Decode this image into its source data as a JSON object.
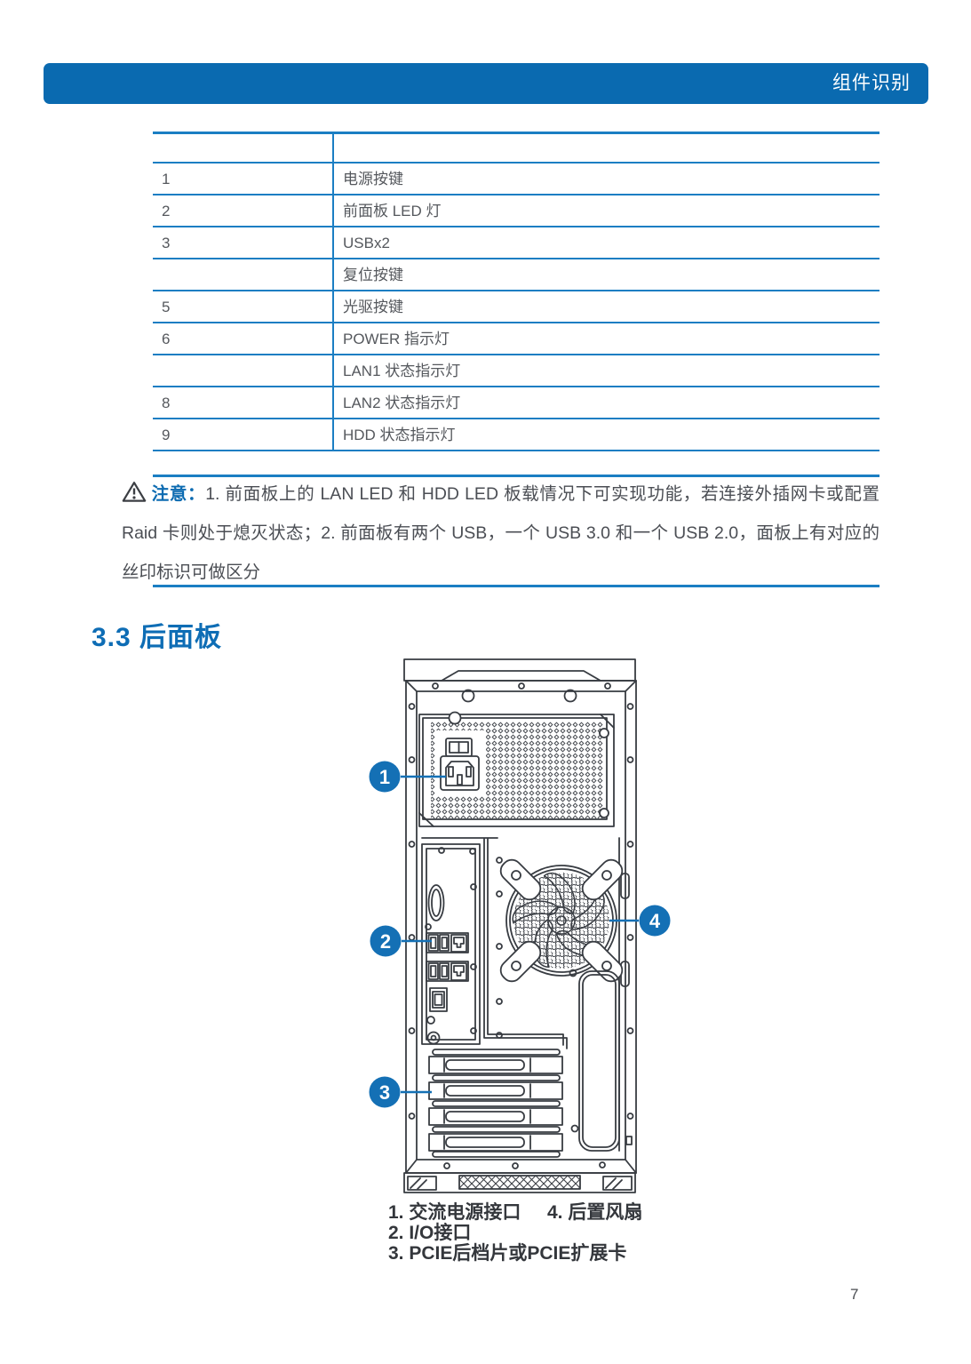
{
  "header": {
    "title": "组件识别"
  },
  "table": {
    "rows": [
      {
        "num": "1",
        "desc": "电源按键"
      },
      {
        "num": "2",
        "desc": "前面板 LED 灯"
      },
      {
        "num": "3",
        "desc": "USBx2"
      },
      {
        "num": "",
        "desc": "复位按键"
      },
      {
        "num": "5",
        "desc": "光驱按键"
      },
      {
        "num": "6",
        "desc": "POWER 指示灯"
      },
      {
        "num": "",
        "desc": "LAN1 状态指示灯"
      },
      {
        "num": "8",
        "desc": "LAN2 状态指示灯"
      },
      {
        "num": "9",
        "desc": "HDD 状态指示灯"
      }
    ]
  },
  "note": {
    "label": "注意：",
    "text": "1. 前面板上的 LAN LED 和 HDD LED 板载情况下可实现功能，若连接外插网卡或配置 Raid 卡则处于熄灭状态；2. 前面板有两个 USB，一个 USB 3.0 和一个 USB 2.0，面板上有对应的丝印标识可做区分"
  },
  "section": {
    "heading": "3.3 后面板"
  },
  "diagram": {
    "callouts": [
      "1",
      "2",
      "3",
      "4"
    ],
    "legend": {
      "item1": "1. 交流电源接口",
      "item2": "2. I/O接口",
      "item3": "3. PCIE后档片或PCIE扩展卡",
      "item4": "4. 后置风扇"
    }
  },
  "footer": {
    "page_number": "7"
  },
  "colors": {
    "accent": "#0c6bb1",
    "table_line": "#1b7ec3",
    "callout_blue": "#1470b5"
  }
}
